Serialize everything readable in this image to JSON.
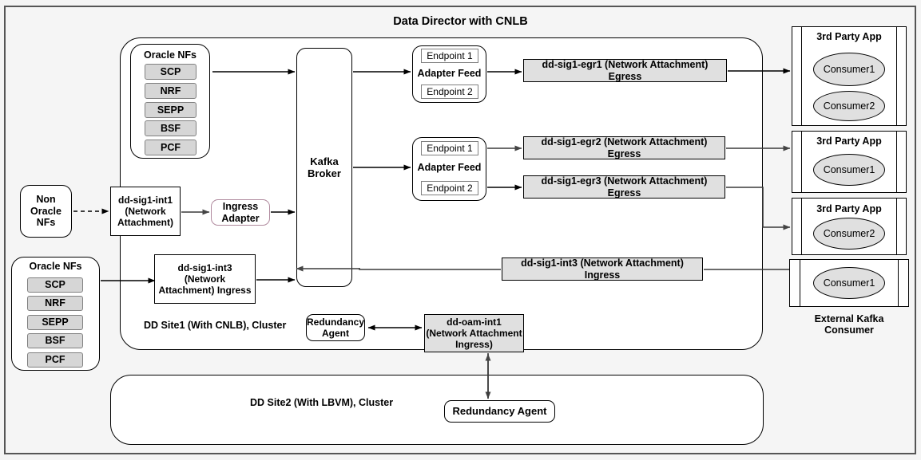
{
  "diagram": {
    "title": "Data Director with CNLB",
    "site1_label": "DD Site1 (With CNLB), Cluster",
    "site2_label": "DD Site2  (With LBVM), Cluster",
    "external_consumer_label": "External Kafka Consumer"
  },
  "nf_groups": {
    "top_oracle": {
      "title": "Oracle NFs",
      "items": [
        "SCP",
        "NRF",
        "SEPP",
        "BSF",
        "PCF"
      ]
    },
    "bottom_oracle": {
      "title": "Oracle NFs",
      "items": [
        "SCP",
        "NRF",
        "SEPP",
        "BSF",
        "PCF"
      ]
    },
    "non_oracle": {
      "label": "Non\nOracle\nNFs",
      "line1": "Non",
      "line2": "Oracle",
      "line3": "NFs"
    }
  },
  "nodes": {
    "kafka_broker": {
      "line1": "Kafka",
      "line2": "Broker"
    },
    "ingress_adapter": {
      "line1": "Ingress",
      "line2": "Adapter"
    },
    "dd_sig1_int1": {
      "line1": "dd-sig1-int1",
      "line2": "(Network",
      "line3": "Attachment)"
    },
    "dd_sig1_int3_box": {
      "line1": "dd-sig1-int3",
      "line2": "(Network",
      "line3": "Attachment) Ingress"
    },
    "dd_oam_int1": {
      "line1": "dd-oam-int1",
      "line2": "(Network Attachment",
      "line3": "Ingress)"
    },
    "redundancy_agent_site1": {
      "line1": "Redundancy",
      "line2": "Agent"
    },
    "redundancy_agent_site2": {
      "label": "Redundancy Agent"
    }
  },
  "adapter_feeds": [
    {
      "endpoint1": "Endpoint 1",
      "title": "Adapter Feed",
      "endpoint2": "Endpoint 2"
    },
    {
      "endpoint1": "Endpoint 1",
      "title": "Adapter Feed",
      "endpoint2": "Endpoint 2"
    }
  ],
  "attachments": [
    {
      "id": "egr1",
      "label": "dd-sig1-egr1 (Network Attachment) Egress"
    },
    {
      "id": "egr2",
      "label": "dd-sig1-egr2 (Network Attachment) Egress"
    },
    {
      "id": "egr3",
      "label": "dd-sig1-egr3 (Network Attachment) Egress"
    },
    {
      "id": "int3",
      "label": "dd-sig1-int3 (Network Attachment) Ingress"
    }
  ],
  "third_party_apps": [
    {
      "title": "3rd Party App",
      "consumers": [
        "Consumer1",
        "Consumer2"
      ]
    },
    {
      "title": "3rd Party App",
      "consumers": [
        "Consumer1"
      ]
    },
    {
      "title": "3rd Party App",
      "consumers": [
        "Consumer2"
      ]
    }
  ],
  "external_kafka_consumer": {
    "consumers": [
      "Consumer1"
    ]
  },
  "colors": {
    "attachment_fill": "#e0e0e0",
    "nf_chip_fill": "#d6d6d6",
    "ingress_adapter_border": "#b08a9e",
    "canvas": "#f5f5f5",
    "stroke": "#000000"
  }
}
